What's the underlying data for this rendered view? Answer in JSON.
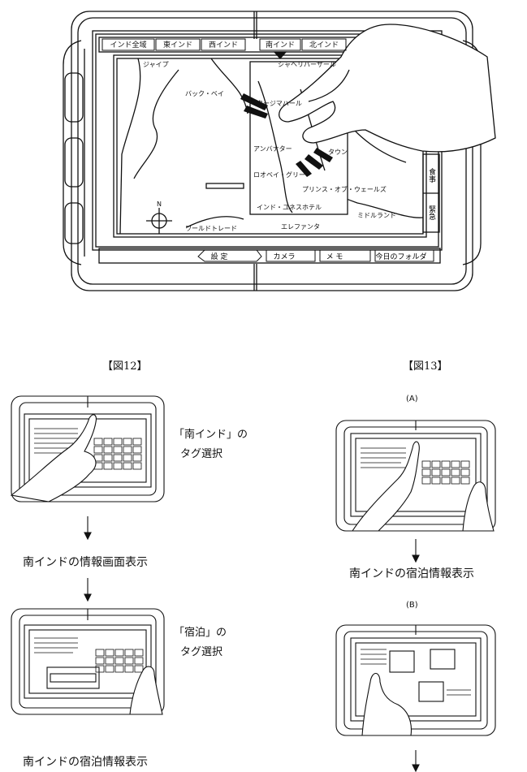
{
  "top_device": {
    "tabs": [
      {
        "label": "インド全域"
      },
      {
        "label": "東インド"
      },
      {
        "label": "西インド"
      },
      {
        "label": "南インド"
      },
      {
        "label": "北インド"
      }
    ],
    "side_tabs": [
      "食事",
      "緊急"
    ],
    "map_labels": {
      "jaipur": "ジャイプ",
      "bay": "バック・ベイ",
      "shaheri": "シャヘリバーザール",
      "tajmahal": "タージマハール",
      "ambemuter": "アンバナター",
      "lobby": "ロオベイ・グリー",
      "prince": "プリンス・オブ・ウェールズ",
      "hotel": "インド・ユネスホテル",
      "elephanta": "エレファンタ",
      "town": "タウン",
      "midland": "ミドルランド",
      "world": "ワールドトレード",
      "compass_n": "N"
    },
    "bottom_buttons": [
      {
        "label": "設 定"
      },
      {
        "label": "カメラ"
      },
      {
        "label": "メ モ"
      },
      {
        "label": "今日のフォルダ"
      }
    ]
  },
  "fig12": {
    "caption": "【図12】",
    "step1_note_line1": "「南インド」の",
    "step1_note_line2": "タグ選択",
    "step2_text": "南インドの情報画面表示",
    "step3_note_line1": "「宿泊」の",
    "step3_note_line2": "タグ選択",
    "step4_text": "南インドの宿泊情報表示"
  },
  "fig13": {
    "caption": "【図13】",
    "label_a": "(A)",
    "result_text": "南インドの宿泊情報表示",
    "label_b": "(B)"
  }
}
